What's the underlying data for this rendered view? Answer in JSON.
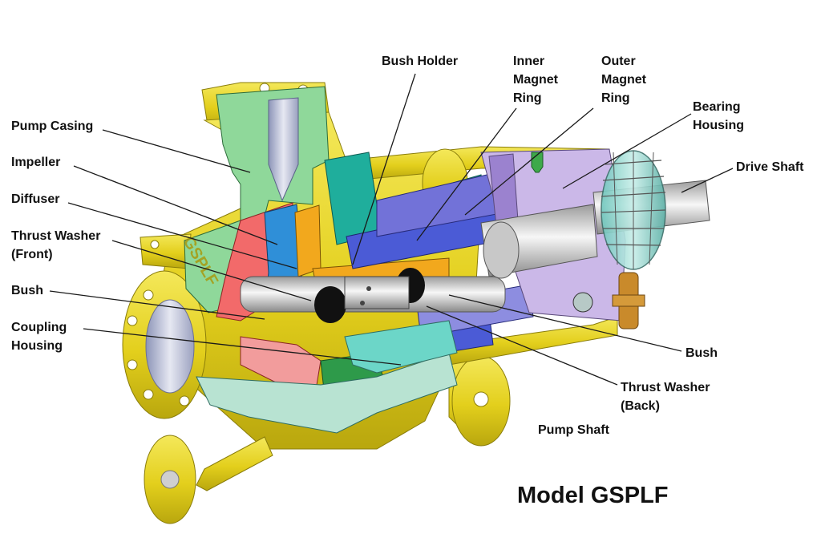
{
  "colors": {
    "casing": "#e8d620",
    "casing_dark": "#b7a812",
    "pump_casing_section": "#8fd89a",
    "impeller": "#f26a6a",
    "diffuser": "#2f8fd8",
    "orange_part": "#f2a81d",
    "teal_part": "#1fae9c",
    "inner_magnet": "#4b5bd6",
    "outer_magnet": "#7272d8",
    "bearing_housing": "#cbb8e8",
    "coupling_housing": "#6cd6c8",
    "shaft": "#d8d8d8",
    "leader_line": "#1a1a1a"
  },
  "labels": {
    "pump_casing": [
      "Pump Casing"
    ],
    "impeller": [
      "Impeller"
    ],
    "diffuser": [
      "Diffuser"
    ],
    "thrust_washer_front": [
      "Thrust Washer",
      "(Front)"
    ],
    "bush_left": [
      "Bush"
    ],
    "coupling_housing": [
      "Coupling",
      "Housing"
    ],
    "bush_holder": [
      "Bush Holder"
    ],
    "inner_magnet_ring": [
      "Inner",
      "Magnet",
      "Ring"
    ],
    "outer_magnet_ring": [
      "Outer",
      "Magnet",
      "Ring"
    ],
    "bearing_housing": [
      "Bearing",
      "Housing"
    ],
    "drive_shaft": [
      "Drive Shaft"
    ],
    "bush_right": [
      "Bush"
    ],
    "thrust_washer_back": [
      "Thrust Washer",
      "(Back)"
    ],
    "pump_shaft": [
      "Pump Shaft"
    ]
  },
  "model_title": "Model GSPLF",
  "casing_lettering": "GSPLF"
}
